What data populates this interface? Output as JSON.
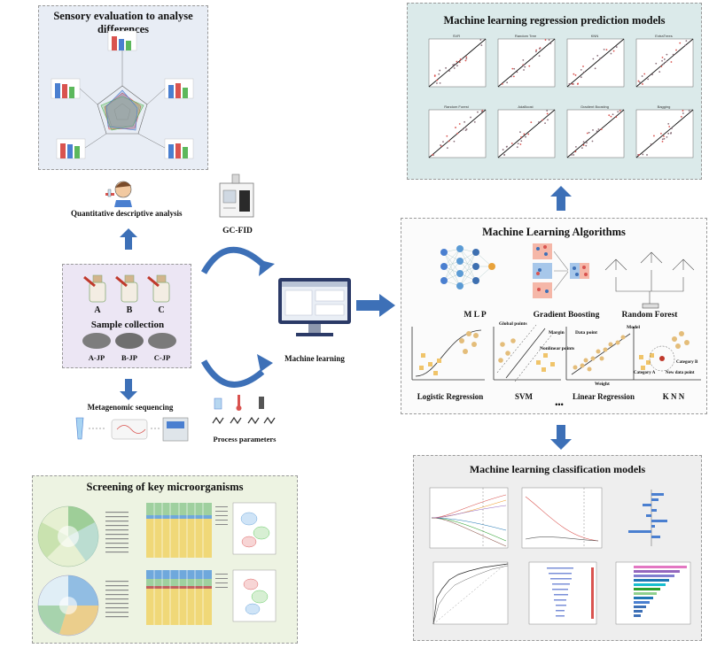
{
  "colors": {
    "blue_arrow": "#3d70b7",
    "sensory_bg": "#e8edf5",
    "regression_bg": "#dbeaea",
    "screening_bg": "#edf3e2",
    "sample_bg": "#ece6f4",
    "algorithms_bg": "#fbfbfb",
    "classification_bg": "#eeeeee"
  },
  "sensory": {
    "title": "Sensory evaluation to analyse differences"
  },
  "qda": {
    "label": "Quantitative descriptive analysis"
  },
  "gcfid": {
    "label": "GC-FID"
  },
  "sample": {
    "title": "Sample collection",
    "bottles": [
      "A",
      "B",
      "C"
    ],
    "koji": [
      "A-JP",
      "B-JP",
      "C-JP"
    ]
  },
  "machine": {
    "label": "Machine learning"
  },
  "metagenomic": {
    "label": "Metagenomic sequencing"
  },
  "process": {
    "label": "Process parameters"
  },
  "screening": {
    "title": "Screening of key microorganisms"
  },
  "regression": {
    "title": "Machine learning regression prediction models",
    "models": [
      "SVR",
      "Random Tree",
      "KNN",
      "ExtraTrees",
      "Random Forest",
      "AdaBoost",
      "Gradient Boosting",
      "Bagging"
    ]
  },
  "algorithms": {
    "title": "Machine Learning Algorithms",
    "top": [
      "M L P",
      "Gradient Boosting",
      "Random Forest"
    ],
    "bottom": [
      "Logistic Regression",
      "SVM",
      "Linear Regression",
      "K N N"
    ],
    "ellipsis": "•••",
    "svm_labels": [
      "Global points",
      "Margin",
      "Nonlinear points"
    ],
    "linreg_labels": [
      "Data point",
      "Model",
      "Weight"
    ],
    "knn_labels": [
      "Category B",
      "Category A",
      "New data point"
    ]
  },
  "classification": {
    "title": "Machine learning classification models"
  }
}
